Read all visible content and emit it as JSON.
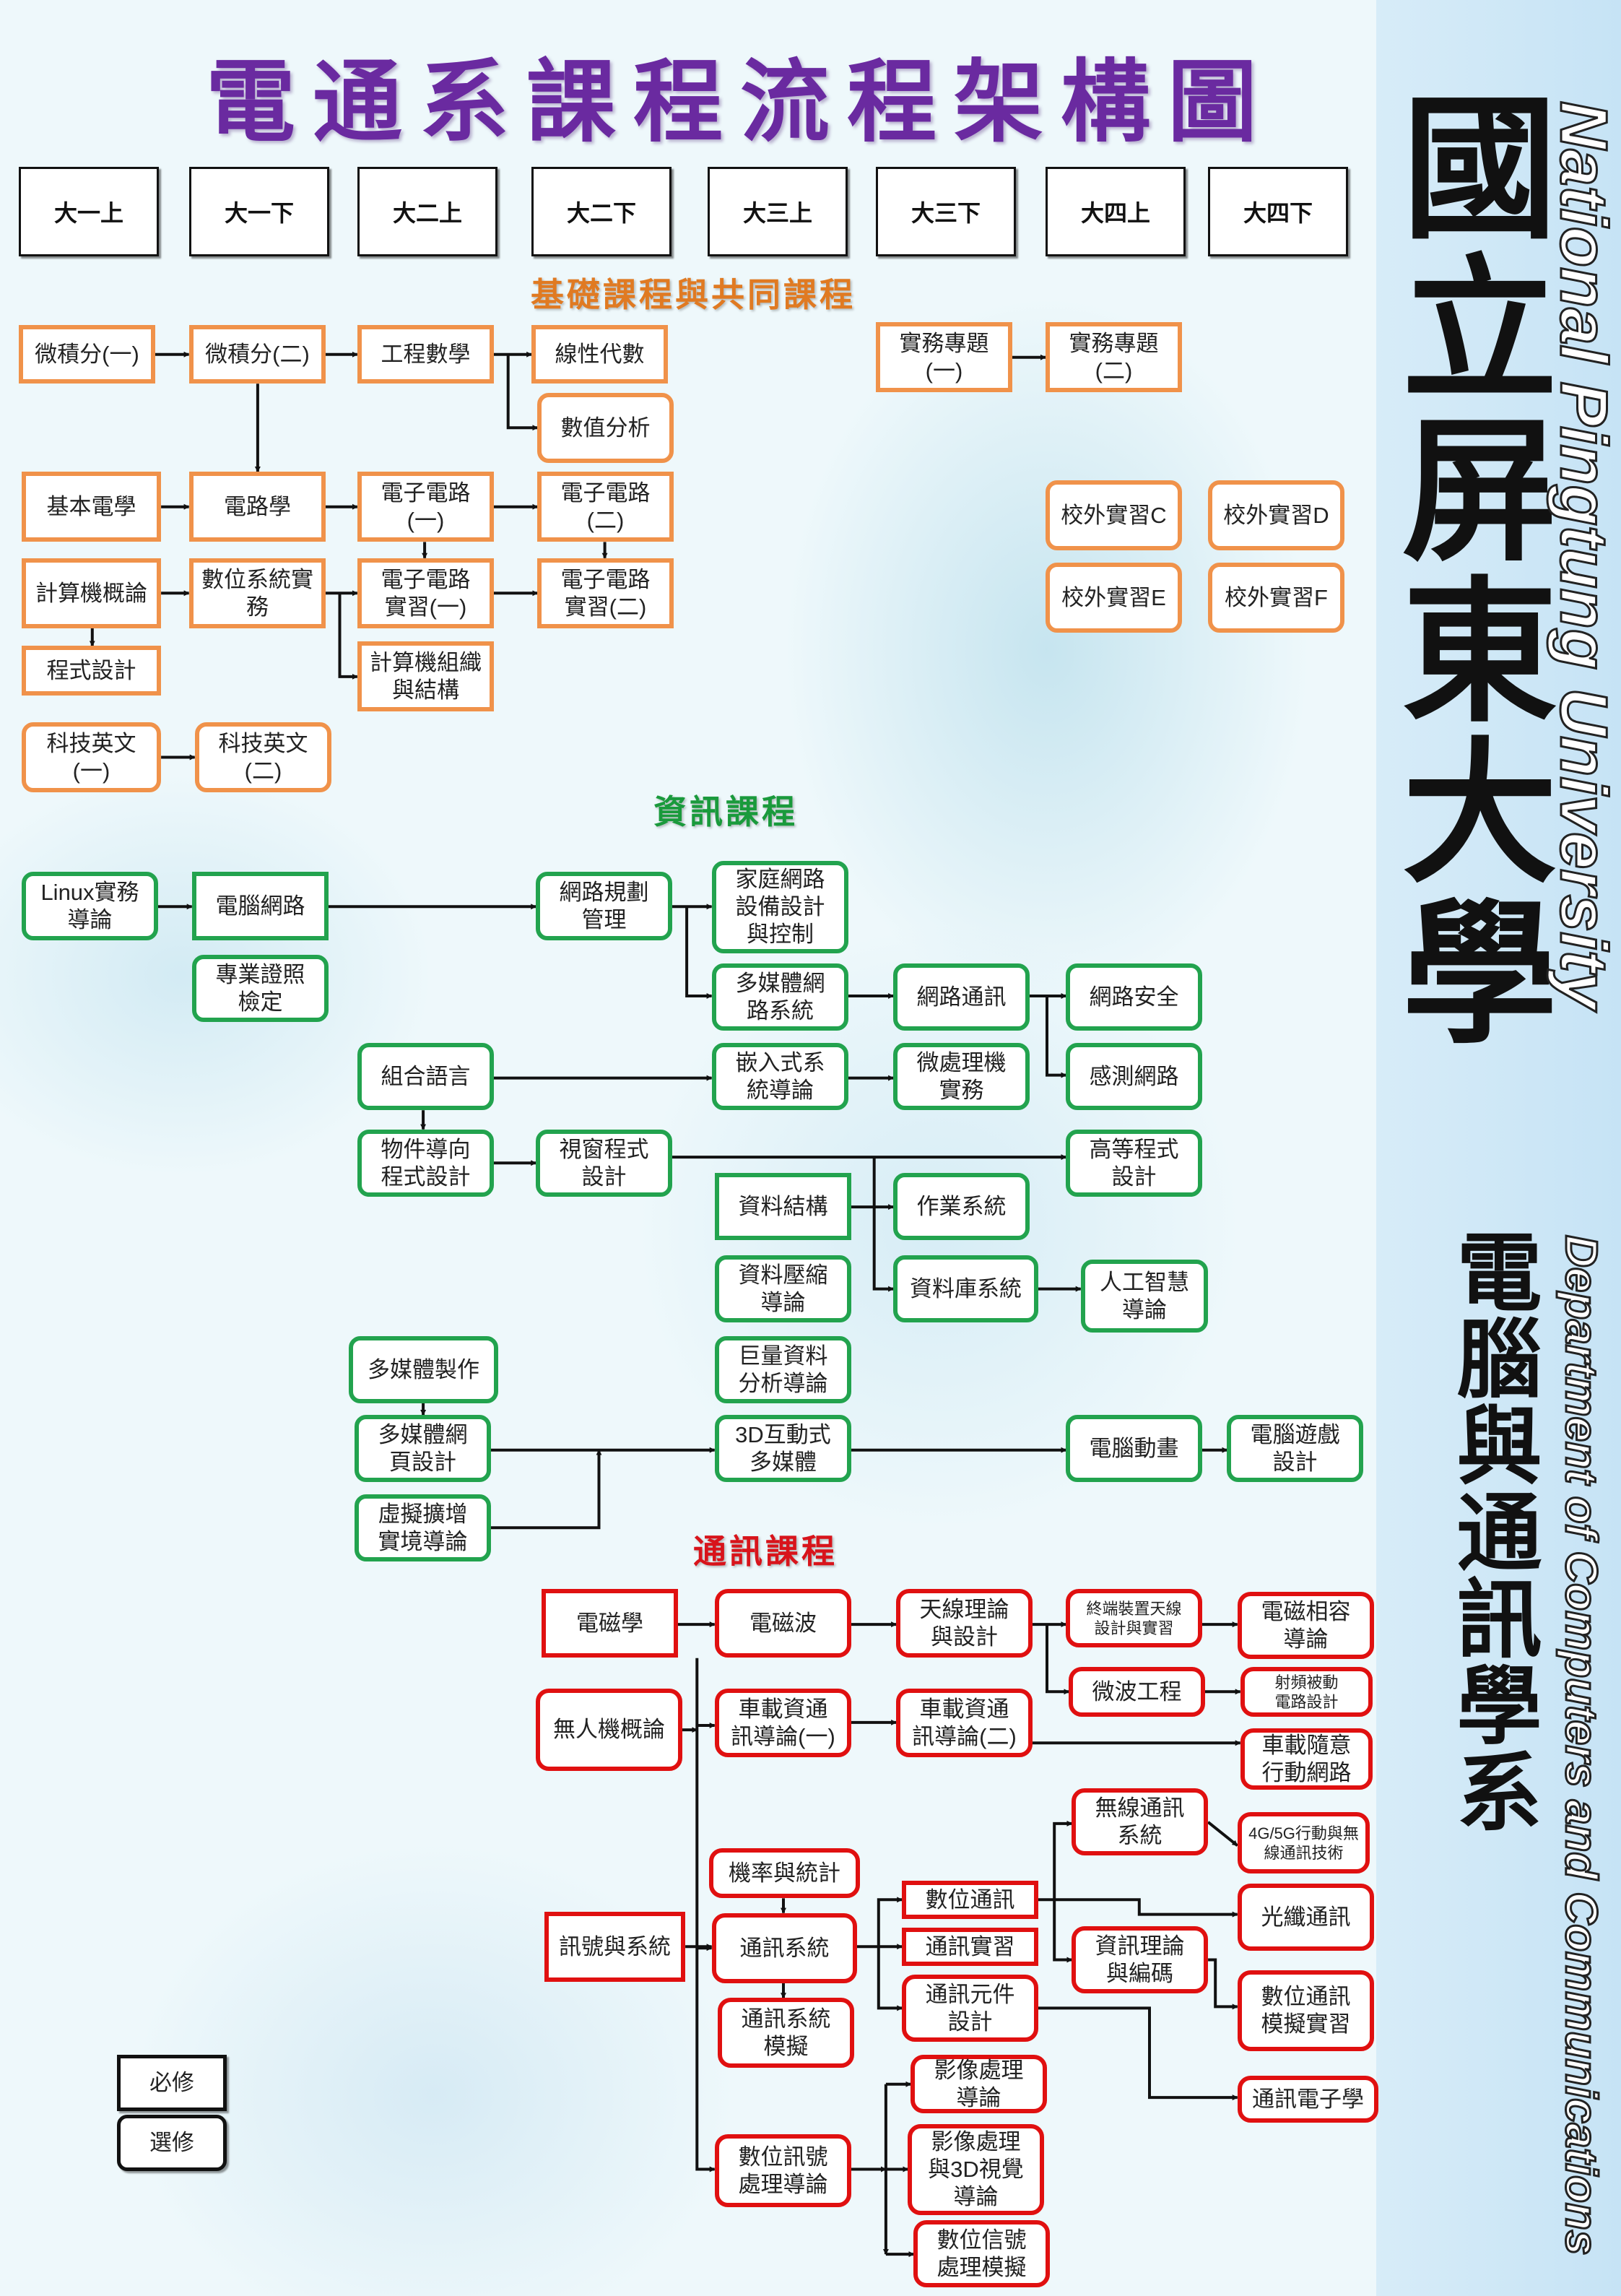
{
  "title": "電通系課程流程架構圖",
  "semesters": [
    "大一上",
    "大一下",
    "大二上",
    "大二下",
    "大三上",
    "大三下",
    "大四上",
    "大四下"
  ],
  "sections": {
    "basic": "基礎課程與共同課程",
    "info": "資訊課程",
    "comm": "通訊課程"
  },
  "sidebar": {
    "university_zh": "國立屏東大學",
    "university_en": "National Pingtung University",
    "department_zh": "電腦與通訊學系",
    "department_en": "Department of Computers and Communications"
  },
  "legend": {
    "required": "必修",
    "elective": "選修"
  },
  "colors": {
    "basic": "#f0924a",
    "info": "#22a34e",
    "comm": "#e01010",
    "title": "#6a2aa0"
  },
  "basic_courses": [
    {
      "id": "calc1",
      "label": "微積分(一)"
    },
    {
      "id": "calc2",
      "label": "微積分(二)"
    },
    {
      "id": "engmath",
      "label": "工程數學"
    },
    {
      "id": "linalg",
      "label": "線性代數"
    },
    {
      "id": "numanal",
      "label": "數值分析"
    },
    {
      "id": "proj1",
      "label": "實務專題\n(一)"
    },
    {
      "id": "proj2",
      "label": "實務專題\n(二)"
    },
    {
      "id": "basicee",
      "label": "基本電學"
    },
    {
      "id": "circuit",
      "label": "電路學"
    },
    {
      "id": "elec1",
      "label": "電子電路\n(一)"
    },
    {
      "id": "elec2",
      "label": "電子電路\n(二)"
    },
    {
      "id": "intro",
      "label": "計算機概論"
    },
    {
      "id": "digsys",
      "label": "數位系統實\n務"
    },
    {
      "id": "elab1",
      "label": "電子電路\n實習(一)"
    },
    {
      "id": "elab2",
      "label": "電子電路\n實習(二)"
    },
    {
      "id": "prog",
      "label": "程式設計"
    },
    {
      "id": "comporg",
      "label": "計算機組織\n與結構"
    },
    {
      "id": "eng1",
      "label": "科技英文\n(一)"
    },
    {
      "id": "eng2",
      "label": "科技英文\n(二)"
    },
    {
      "id": "internC",
      "label": "校外實習C"
    },
    {
      "id": "internD",
      "label": "校外實習D"
    },
    {
      "id": "internE",
      "label": "校外實習E"
    },
    {
      "id": "internF",
      "label": "校外實習F"
    }
  ],
  "info_courses": [
    {
      "id": "linux",
      "label": "Linux實務\n導論"
    },
    {
      "id": "network",
      "label": "電腦網路"
    },
    {
      "id": "license",
      "label": "專業證照\n檢定"
    },
    {
      "id": "netplan",
      "label": "網路規劃\n管理"
    },
    {
      "id": "homenet",
      "label": "家庭網路\n設備設計\n與控制"
    },
    {
      "id": "multinet",
      "label": "多媒體網\n路系統"
    },
    {
      "id": "netcomm",
      "label": "網路通訊"
    },
    {
      "id": "netsec",
      "label": "網路安全"
    },
    {
      "id": "sensor",
      "label": "感測網路"
    },
    {
      "id": "asm",
      "label": "組合語言"
    },
    {
      "id": "embedded",
      "label": "嵌入式系\n統導論"
    },
    {
      "id": "micro",
      "label": "微處理機\n實務"
    },
    {
      "id": "oop",
      "label": "物件導向\n程式設計"
    },
    {
      "id": "winprog",
      "label": "視窗程式\n設計"
    },
    {
      "id": "advprog",
      "label": "高等程式\n設計"
    },
    {
      "id": "ds",
      "label": "資料結構"
    },
    {
      "id": "os",
      "label": "作業系統"
    },
    {
      "id": "compress",
      "label": "資料壓縮\n導論"
    },
    {
      "id": "db",
      "label": "資料庫系統"
    },
    {
      "id": "ai",
      "label": "人工智慧\n導論"
    },
    {
      "id": "bigdata",
      "label": "巨量資料\n分析導論"
    },
    {
      "id": "mmprod",
      "label": "多媒體製作"
    },
    {
      "id": "mmweb",
      "label": "多媒體網\n頁設計"
    },
    {
      "id": "interactive3d",
      "label": "3D互動式\n多媒體"
    },
    {
      "id": "anim",
      "label": "電腦動畫"
    },
    {
      "id": "game",
      "label": "電腦遊戲\n設計"
    },
    {
      "id": "vr",
      "label": "虛擬擴增\n實境導論"
    }
  ],
  "comm_courses": [
    {
      "id": "em",
      "label": "電磁學"
    },
    {
      "id": "emwave",
      "label": "電磁波"
    },
    {
      "id": "antenna",
      "label": "天線理論\n與設計"
    },
    {
      "id": "termant",
      "label": "終端裝置天線\n設計與實習"
    },
    {
      "id": "emc",
      "label": "電磁相容\n導論"
    },
    {
      "id": "microwave",
      "label": "微波工程"
    },
    {
      "id": "rf",
      "label": "射頻被動\n電路設計"
    },
    {
      "id": "uav",
      "label": "無人機概論"
    },
    {
      "id": "car1",
      "label": "車載資通\n訊導論(一)"
    },
    {
      "id": "car2",
      "label": "車載資通\n訊導論(二)"
    },
    {
      "id": "vanet",
      "label": "車載隨意\n行動網路"
    },
    {
      "id": "wireless",
      "label": "無線通訊\n系統"
    },
    {
      "id": "g45",
      "label": "4G/5G行動與無\n線通訊技術"
    },
    {
      "id": "prob",
      "label": "機率與統計"
    },
    {
      "id": "signals",
      "label": "訊號與系統"
    },
    {
      "id": "commsys",
      "label": "通訊系統"
    },
    {
      "id": "digcomm",
      "label": "數位通訊"
    },
    {
      "id": "commlab",
      "label": "通訊實習"
    },
    {
      "id": "infotheory",
      "label": "資訊理論\n與編碼"
    },
    {
      "id": "fiber",
      "label": "光纖通訊"
    },
    {
      "id": "commcomp",
      "label": "通訊元件\n設計"
    },
    {
      "id": "commsim",
      "label": "通訊系統\n模擬"
    },
    {
      "id": "digcommlab",
      "label": "數位通訊\n模擬實習"
    },
    {
      "id": "commelec",
      "label": "通訊電子學"
    },
    {
      "id": "imgproc",
      "label": "影像處理\n導論"
    },
    {
      "id": "img3d",
      "label": "影像處理\n與3D視覺\n導論"
    },
    {
      "id": "dsp",
      "label": "數位訊號\n處理導論"
    },
    {
      "id": "dsplab",
      "label": "數位信號\n處理模擬"
    }
  ]
}
